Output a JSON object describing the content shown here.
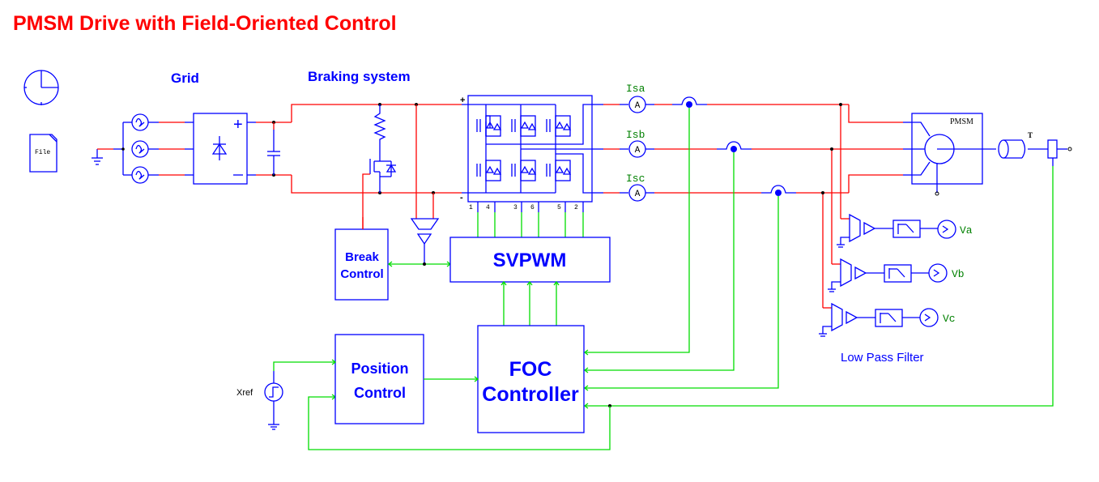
{
  "title": "PMSM Drive with Field-Oriented Control",
  "sections": {
    "grid": "Grid",
    "braking": "Braking system",
    "low_pass_filter": "Low Pass Filter"
  },
  "blocks": {
    "break_control": [
      "Break",
      "Control"
    ],
    "svpwm": "SVPWM",
    "position_control": [
      "Position",
      "Control"
    ],
    "foc_controller": [
      "FOC",
      "Controller"
    ],
    "pmsm": "PMSM",
    "file": "File"
  },
  "meters": {
    "current": [
      "Isa",
      "Isb",
      "Isc"
    ],
    "voltage": [
      "Va",
      "Vb",
      "Vc"
    ],
    "ammeter_symbol": "A"
  },
  "inverter": {
    "dc_plus": "+",
    "dc_minus": "-",
    "gate_labels": [
      "1",
      "4",
      "3",
      "6",
      "5",
      "2"
    ]
  },
  "rectifier": {
    "plus": "+",
    "minus": "—"
  },
  "labels": {
    "torque": "T",
    "xref": "Xref"
  },
  "colors": {
    "power_wire": "#ff0000",
    "component": "#0000ff",
    "signal_wire": "#00dd00",
    "title": "#ff0000",
    "meter_label": "#008000"
  }
}
